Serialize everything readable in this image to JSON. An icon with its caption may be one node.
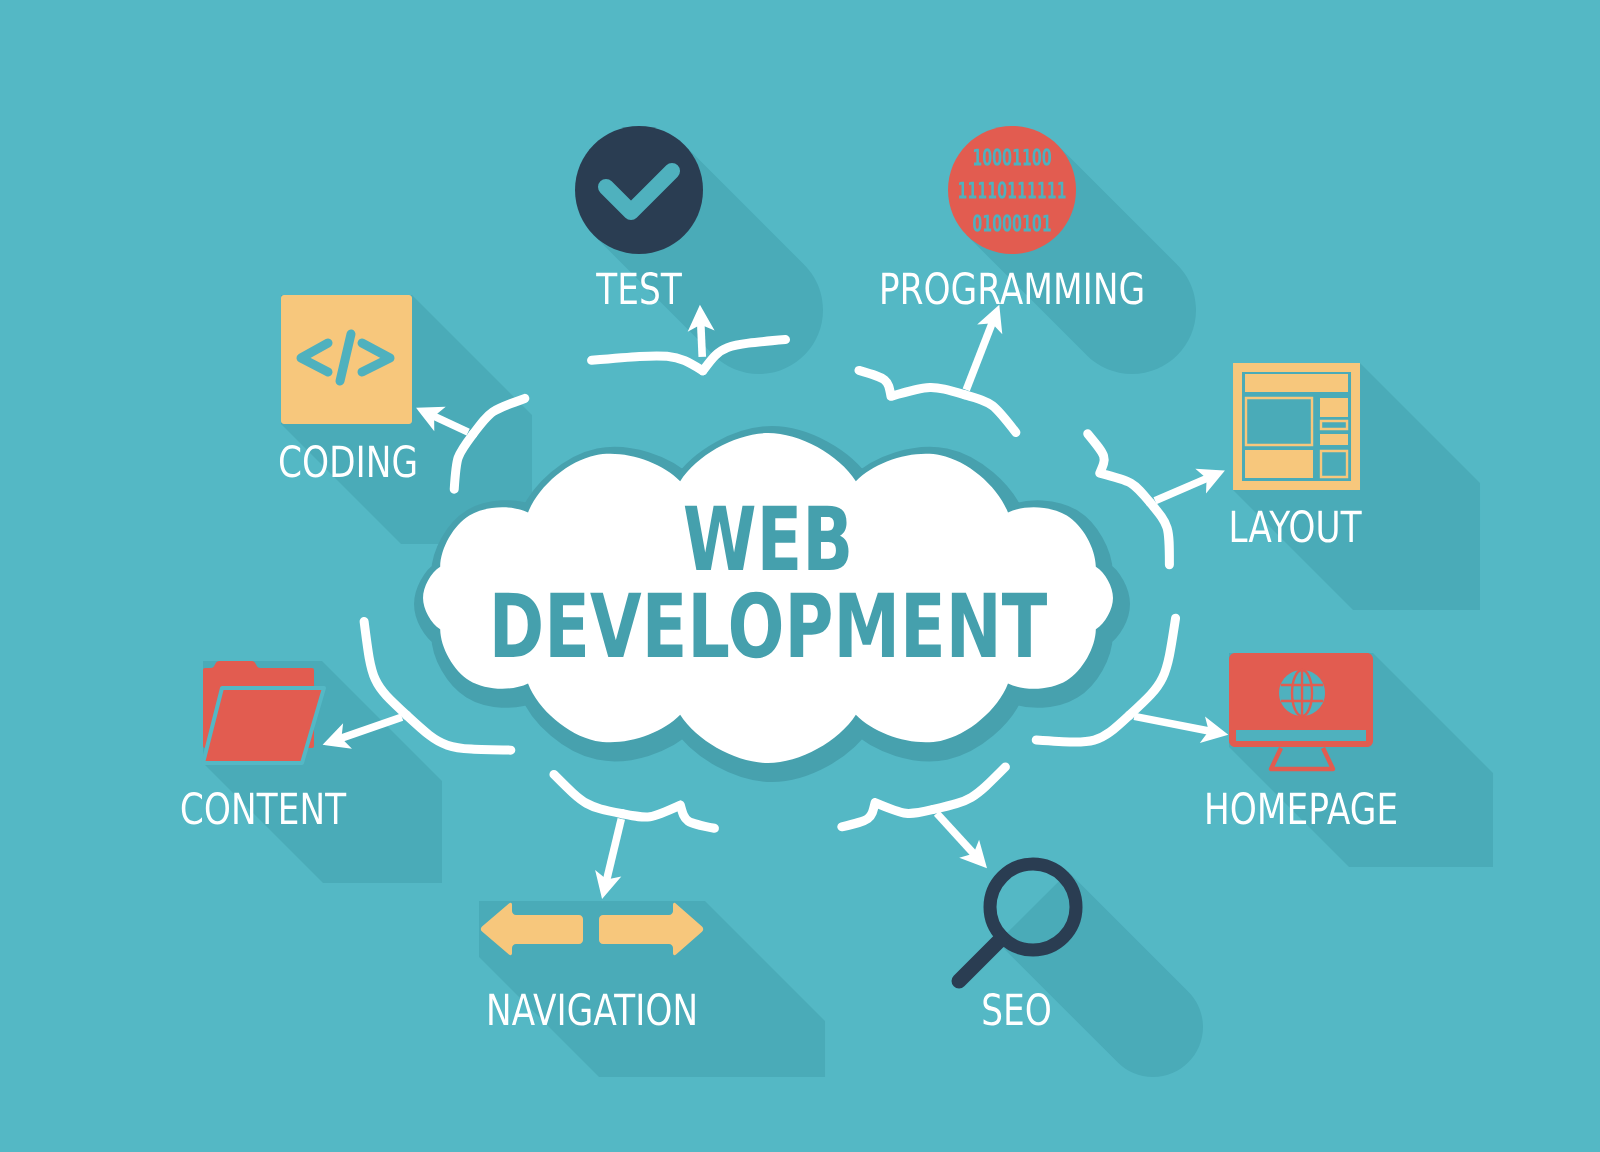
{
  "diagram": {
    "nodes": [
      {
        "text": [
          "TEST"
        ]
      },
      {
        "text": [
          "PROGRAMMING"
        ]
      },
      {
        "text": [
          "CODING"
        ]
      },
      {
        "text": [
          "LAYOUT"
        ]
      },
      {
        "text": [
          "WEB DEVELOPMENT"
        ]
      },
      {
        "text": [
          "CONTENT"
        ]
      },
      {
        "text": [
          "HOMEPAGE"
        ]
      },
      {
        "text": [
          "NAVIGATION"
        ]
      },
      {
        "text": [
          "SEO"
        ]
      }
    ],
    "edges": [
      {
        "from": 4,
        "to": 0,
        "arrow": "to"
      },
      {
        "from": 4,
        "to": 1,
        "arrow": "to"
      },
      {
        "from": 4,
        "to": 3,
        "arrow": "to"
      },
      {
        "from": 4,
        "to": 6,
        "arrow": "to"
      },
      {
        "from": 4,
        "to": 8,
        "arrow": "to"
      },
      {
        "from": 4,
        "to": 7,
        "arrow": "to"
      },
      {
        "from": 4,
        "to": 5,
        "arrow": "to"
      },
      {
        "from": 4,
        "to": 2,
        "arrow": "to"
      }
    ],
    "labels": [
      "10001100",
      "11110111111",
      "01000101"
    ]
  }
}
